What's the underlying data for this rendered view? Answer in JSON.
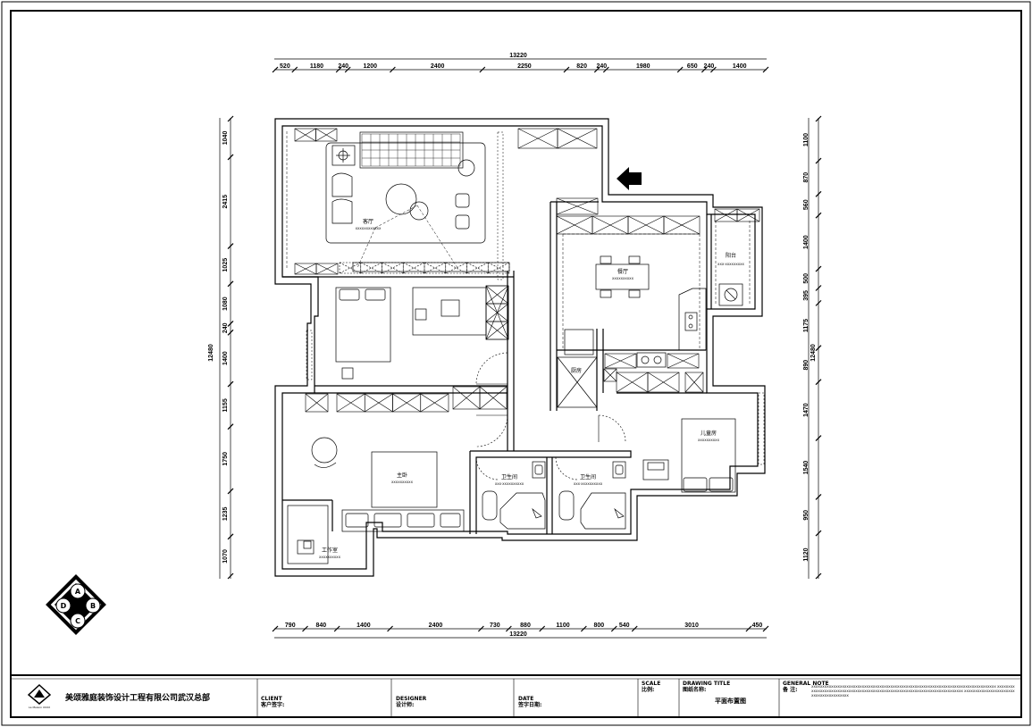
{
  "dimensions": {
    "top_overall": "13220",
    "top_segments": [
      "520",
      "1180",
      "240",
      "1200",
      "2400",
      "2250",
      "820",
      "240",
      "1980",
      "650",
      "240",
      "1400"
    ],
    "bottom_overall": "13220",
    "bottom_segments": [
      "790",
      "840",
      "1400",
      "2400",
      "730",
      "880",
      "1100",
      "800",
      "540",
      "3010",
      "450"
    ],
    "left_overall": "12480",
    "left_segments": [
      "1040",
      "2415",
      "1025",
      "1080",
      "240",
      "1400",
      "1155",
      "1750",
      "1235",
      "1070"
    ],
    "right_overall": "12480",
    "right_segments": [
      "1100",
      "870",
      "560",
      "1400",
      "500",
      "395",
      "1175",
      "890",
      "1470",
      "1540",
      "950",
      "1120"
    ]
  },
  "rooms": {
    "living": {
      "name": "客厅",
      "sub": "XXXXXXXXXXXX"
    },
    "dining": {
      "name": "餐厅",
      "sub": "XXXXXXXXXX"
    },
    "balcony": {
      "name": "阳台",
      "sub": "XXX·XXXXXXXXX"
    },
    "kitchen": {
      "name": "厨房"
    },
    "child_room": {
      "name": "儿童房",
      "sub": "XXXXXXXXXX"
    },
    "master": {
      "name": "主卧",
      "sub": "XXXXXXXXXX"
    },
    "bath1": {
      "name": "卫生间",
      "sub": "XXX·XXXXXXXXXX"
    },
    "bath2": {
      "name": "卫生间",
      "sub": "XXX·XXXXXXXXXX"
    },
    "study": {
      "name": "工作室",
      "sub": "XXXXXXXXXX"
    }
  },
  "compass": {
    "a": "A",
    "b": "B",
    "c": "C",
    "d": "D"
  },
  "title_block": {
    "logo_caption": "La Maison XXXX",
    "company": "美颂雅庭装饰设计工程有限公司武汉总部",
    "client_en": "CLIENT",
    "client_cn": "客户签字:",
    "designer_en": "DESIGNER",
    "designer_cn": "设计师:",
    "date_en": "DATE",
    "date_cn": "签字日期:",
    "scale_en": "SCALE",
    "scale_cn": "比例:",
    "drawing_title_en": "DRAWING TITLE",
    "drawing_title_cn": "图纸名称:",
    "drawing_name": "平面布置图",
    "notes_en": "GENERAL NOTE",
    "notes_cn": "备 注:",
    "notes_text": "XXXXXXXXXXXXXXXXXXXXXXXXXXXXXXXXXXXXXXXXXXXXXXXXXXXXXXXXXXXXXXXXXXXXXXXXXXXXXXXXXXXX XXXXXXXXXXXXXXXXXXXXXXXXXXXXXXXXXXXXXXXXXXXXXXXXXXXXXXXXXXXXXXXXXXXXXXXXXXXXX XXXXXXXXXXXXXXXXXXXXXXXXXXXXXXXXXXXXXXXX"
  }
}
